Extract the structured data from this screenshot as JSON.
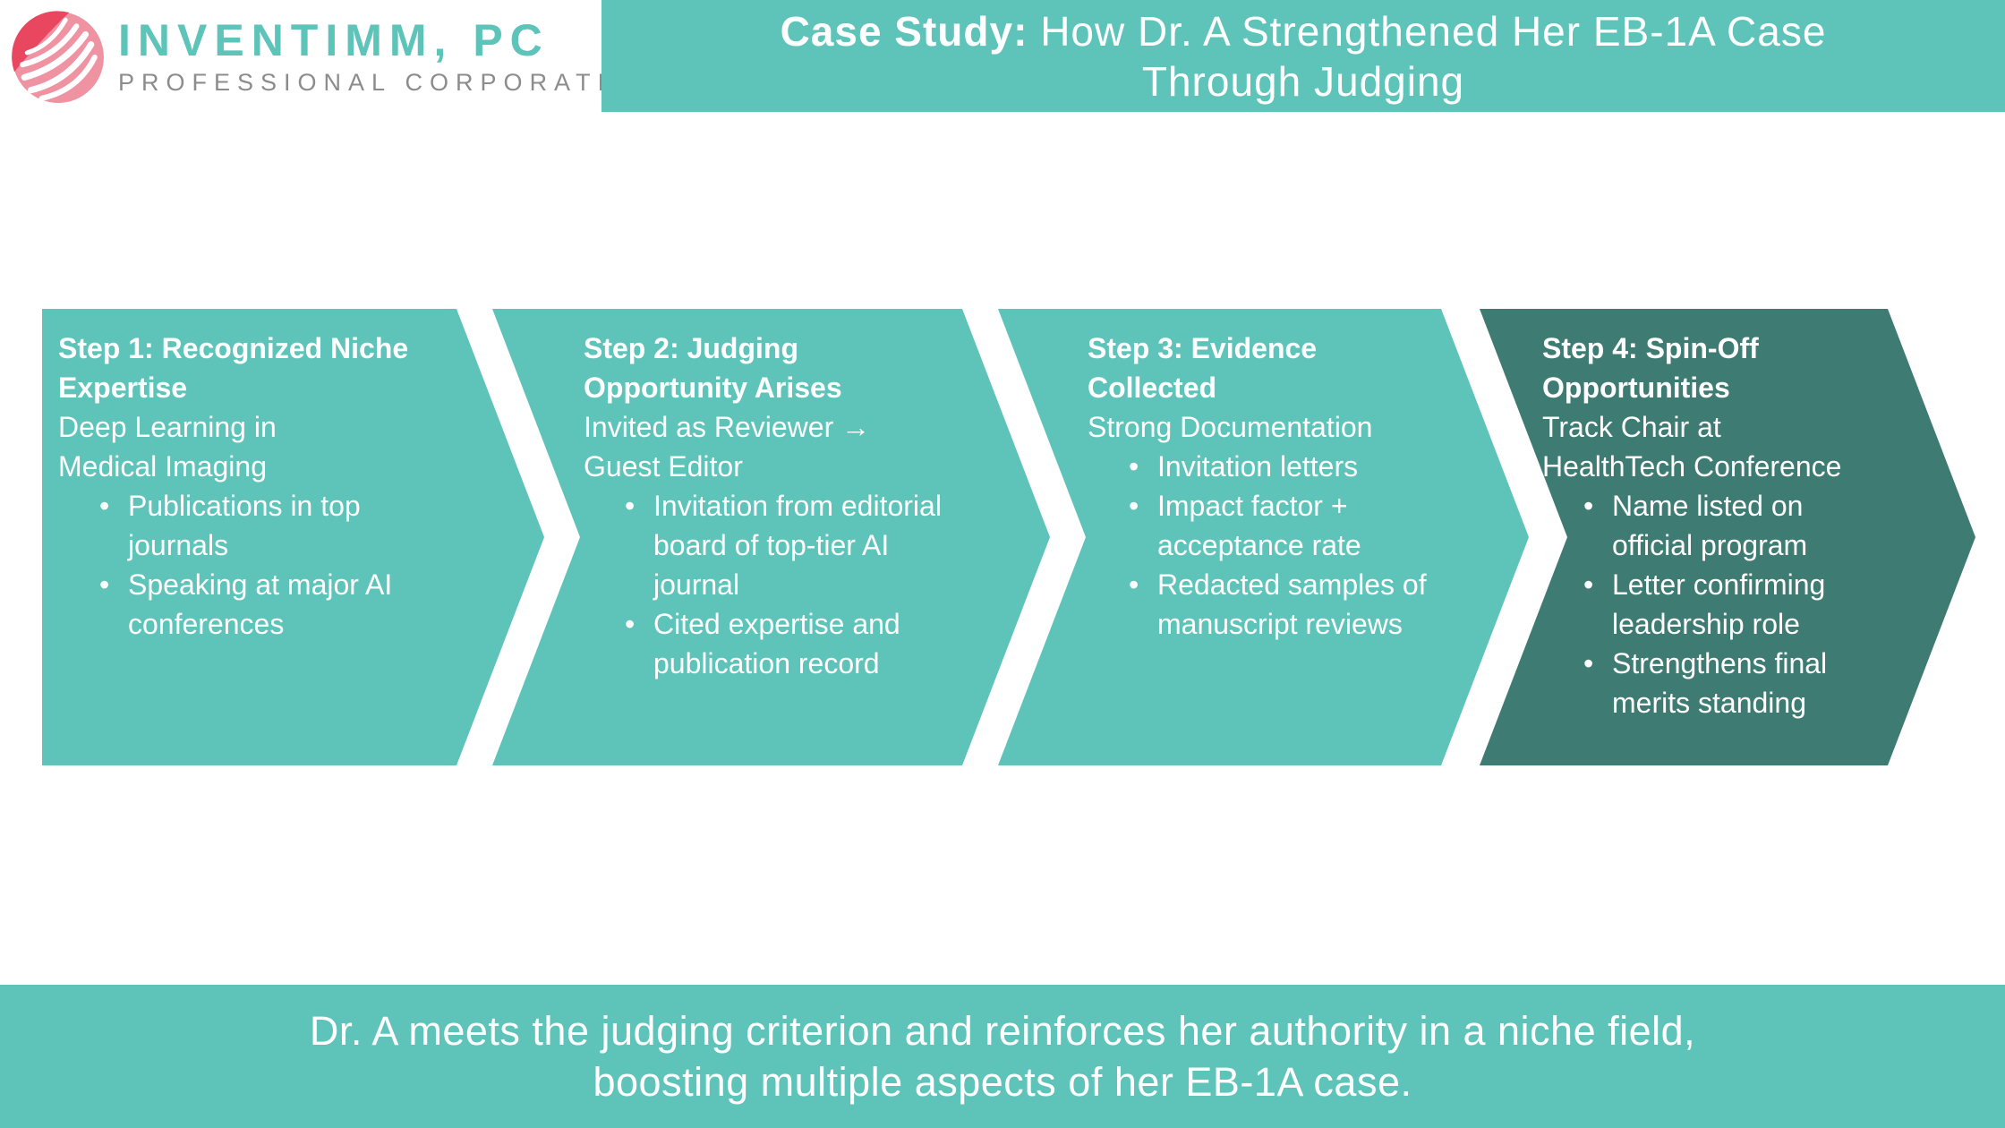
{
  "logo": {
    "name": "INVENTIMM, PC",
    "subtitle": "PROFESSIONAL CORPORATION"
  },
  "header": {
    "title_bold": "Case Study:",
    "title_line1_rest": " How Dr. A Strengthened Her EB-1A Case",
    "title_line2": "Through Judging"
  },
  "steps": [
    {
      "heading": "Step 1: Recognized Niche\nExpertise",
      "subheading": "Deep Learning in\nMedical Imaging",
      "bullets": [
        "Publications in top\njournals",
        "Speaking at major AI\nconferences"
      ]
    },
    {
      "heading": "Step 2: Judging\nOpportunity Arises",
      "subheading": "Invited as Reviewer →\nGuest Editor",
      "bullets": [
        "Invitation from editorial\nboard of top-tier AI\njournal",
        "Cited expertise and\npublication record"
      ]
    },
    {
      "heading": "Step 3: Evidence\nCollected",
      "subheading": "Strong Documentation",
      "bullets": [
        "Invitation letters",
        "Impact factor +\nacceptance rate",
        "Redacted samples of\nmanuscript reviews"
      ]
    },
    {
      "heading": "Step 4: Spin-Off\nOpportunities",
      "subheading": "Track Chair at\nHealthTech Conference",
      "bullets": [
        "Name listed on\nofficial program",
        "Letter confirming\nleadership role",
        "Strengthens final\nmerits standing"
      ]
    }
  ],
  "footer": {
    "text": "Dr. A meets the judging criterion and reinforces her authority in a niche field,\nboosting multiple aspects of her EB-1A case."
  },
  "colors": {
    "teal": "#5EC4BA",
    "dark_teal": "#3E7B73",
    "logo_pink_dark": "#E9465F",
    "logo_pink_light": "#EF93A2",
    "subtitle_gray": "#8C8C8C",
    "text_white": "#FFFFFF"
  }
}
